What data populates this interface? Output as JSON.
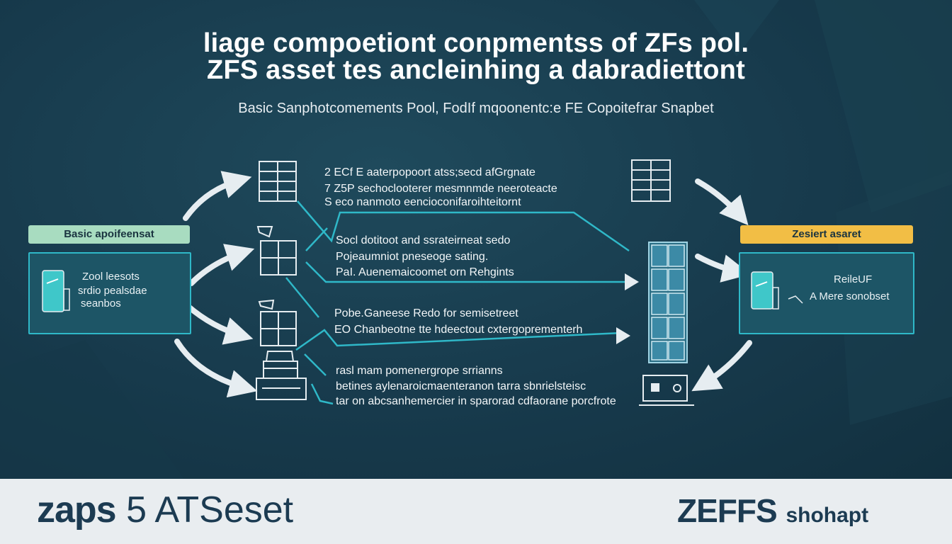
{
  "title_line1": "liage compoetiont conpmentss of ZFs pol.",
  "title_line2": "ZFS asset tes ancleinhing a dabradiettont",
  "subtitle": "Basic Sanphotcomements Pool, FodIf mqoonentc:e FE Copoitefrar Snapbet",
  "left_panel": {
    "header": "Basic apoifeensat",
    "line1": "Zool leesots",
    "line2": "srdio pealsdae",
    "line3": "seanbos"
  },
  "right_panel": {
    "header": "Zesiert asaret",
    "line1": "ReileUF",
    "line2": "A Mere sonobset"
  },
  "group1": [
    "2 ECf E aaterpopoort atss;secd afGrgnate",
    "7 Z5P sechoclooterer mesmnmde neeroteacte",
    "S eco nanmoto eencioconifaroihteitornt"
  ],
  "group2": [
    "Socl dotitoot and ssrateirneat sedo",
    "Pojeaumniot pneseoge sating.",
    "PaI. Auenemaicoomet orn Rehgints"
  ],
  "group3": [
    "Pobe.Ganeese Redo for semisetreet",
    "EO Chanbeotne tte hdeectout cxtergoprementerh"
  ],
  "group4": [
    "rasl mam pomenergrope srrianns",
    "betines aylenaroicmaenteranon tarra sbnrielsteisc",
    "tar on abcsanhemercier in sparorad cdfaorane porcfrote"
  ],
  "footer": {
    "left_bold": "zaps",
    "left_rest": "5 ATSeset",
    "right_bold": "ZEFFS",
    "right_rest": "shohapt"
  },
  "colors": {
    "background": "#173a4c",
    "accent_cyan": "#2fb8c8",
    "header_green": "#a8dcc0",
    "header_yellow": "#f2be45",
    "footer_bg": "#e9edf0",
    "footer_text": "#1c3b52"
  }
}
